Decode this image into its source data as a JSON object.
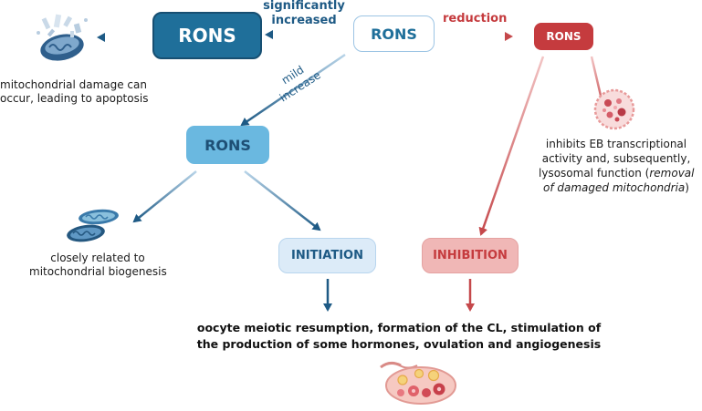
{
  "nodes": {
    "rons_center": "RONS",
    "rons_high": "RONS",
    "rons_mild": "RONS",
    "rons_low": "RONS",
    "initiation": "INITIATION",
    "inhibition": "INHIBITION"
  },
  "edge_labels": {
    "significantly_line1": "significantly",
    "significantly_line2": "increased",
    "mild_line1": "mild",
    "mild_line2": "increase",
    "reduction": "reduction"
  },
  "descriptions": {
    "apoptosis_line1": "mitochondrial damage can",
    "apoptosis_line2": "occur, leading to apoptosis",
    "biogenesis_line1": "closely related to",
    "biogenesis_line2": "mitochondrial biogenesis",
    "lysosome_line1": "inhibits EB transcriptional",
    "lysosome_line2": "activity and, subsequently,",
    "lysosome_line3_plain": "lysosomal function (",
    "lysosome_line3_italic": "removal",
    "lysosome_line4_italic": "of damaged mitochondria",
    "lysosome_line4_close": ")",
    "outcome_line1": "oocyte meiotic resumption, formation of the CL, stimulation of",
    "outcome_line2": "the production of some hormones, ovulation and angiogenesis"
  },
  "icons": {
    "damaged_mitochondrion": "damaged-mitochondrion-icon",
    "healthy_mitochondria": "mitochondria-icon",
    "lysosome": "lysosome-icon",
    "ovary": "ovary-icon"
  },
  "colors": {
    "dark_blue": "#1f6f9a",
    "mid_blue": "#1e5a85",
    "light_blue": "#6ab8e0",
    "pale_blue": "#dcebf8",
    "red": "#c53b3e",
    "pale_red": "#f0b7b6",
    "red_arrow": "#cf6b6d",
    "text_blue": "#1e5a85",
    "text_red": "#c53b3e"
  }
}
